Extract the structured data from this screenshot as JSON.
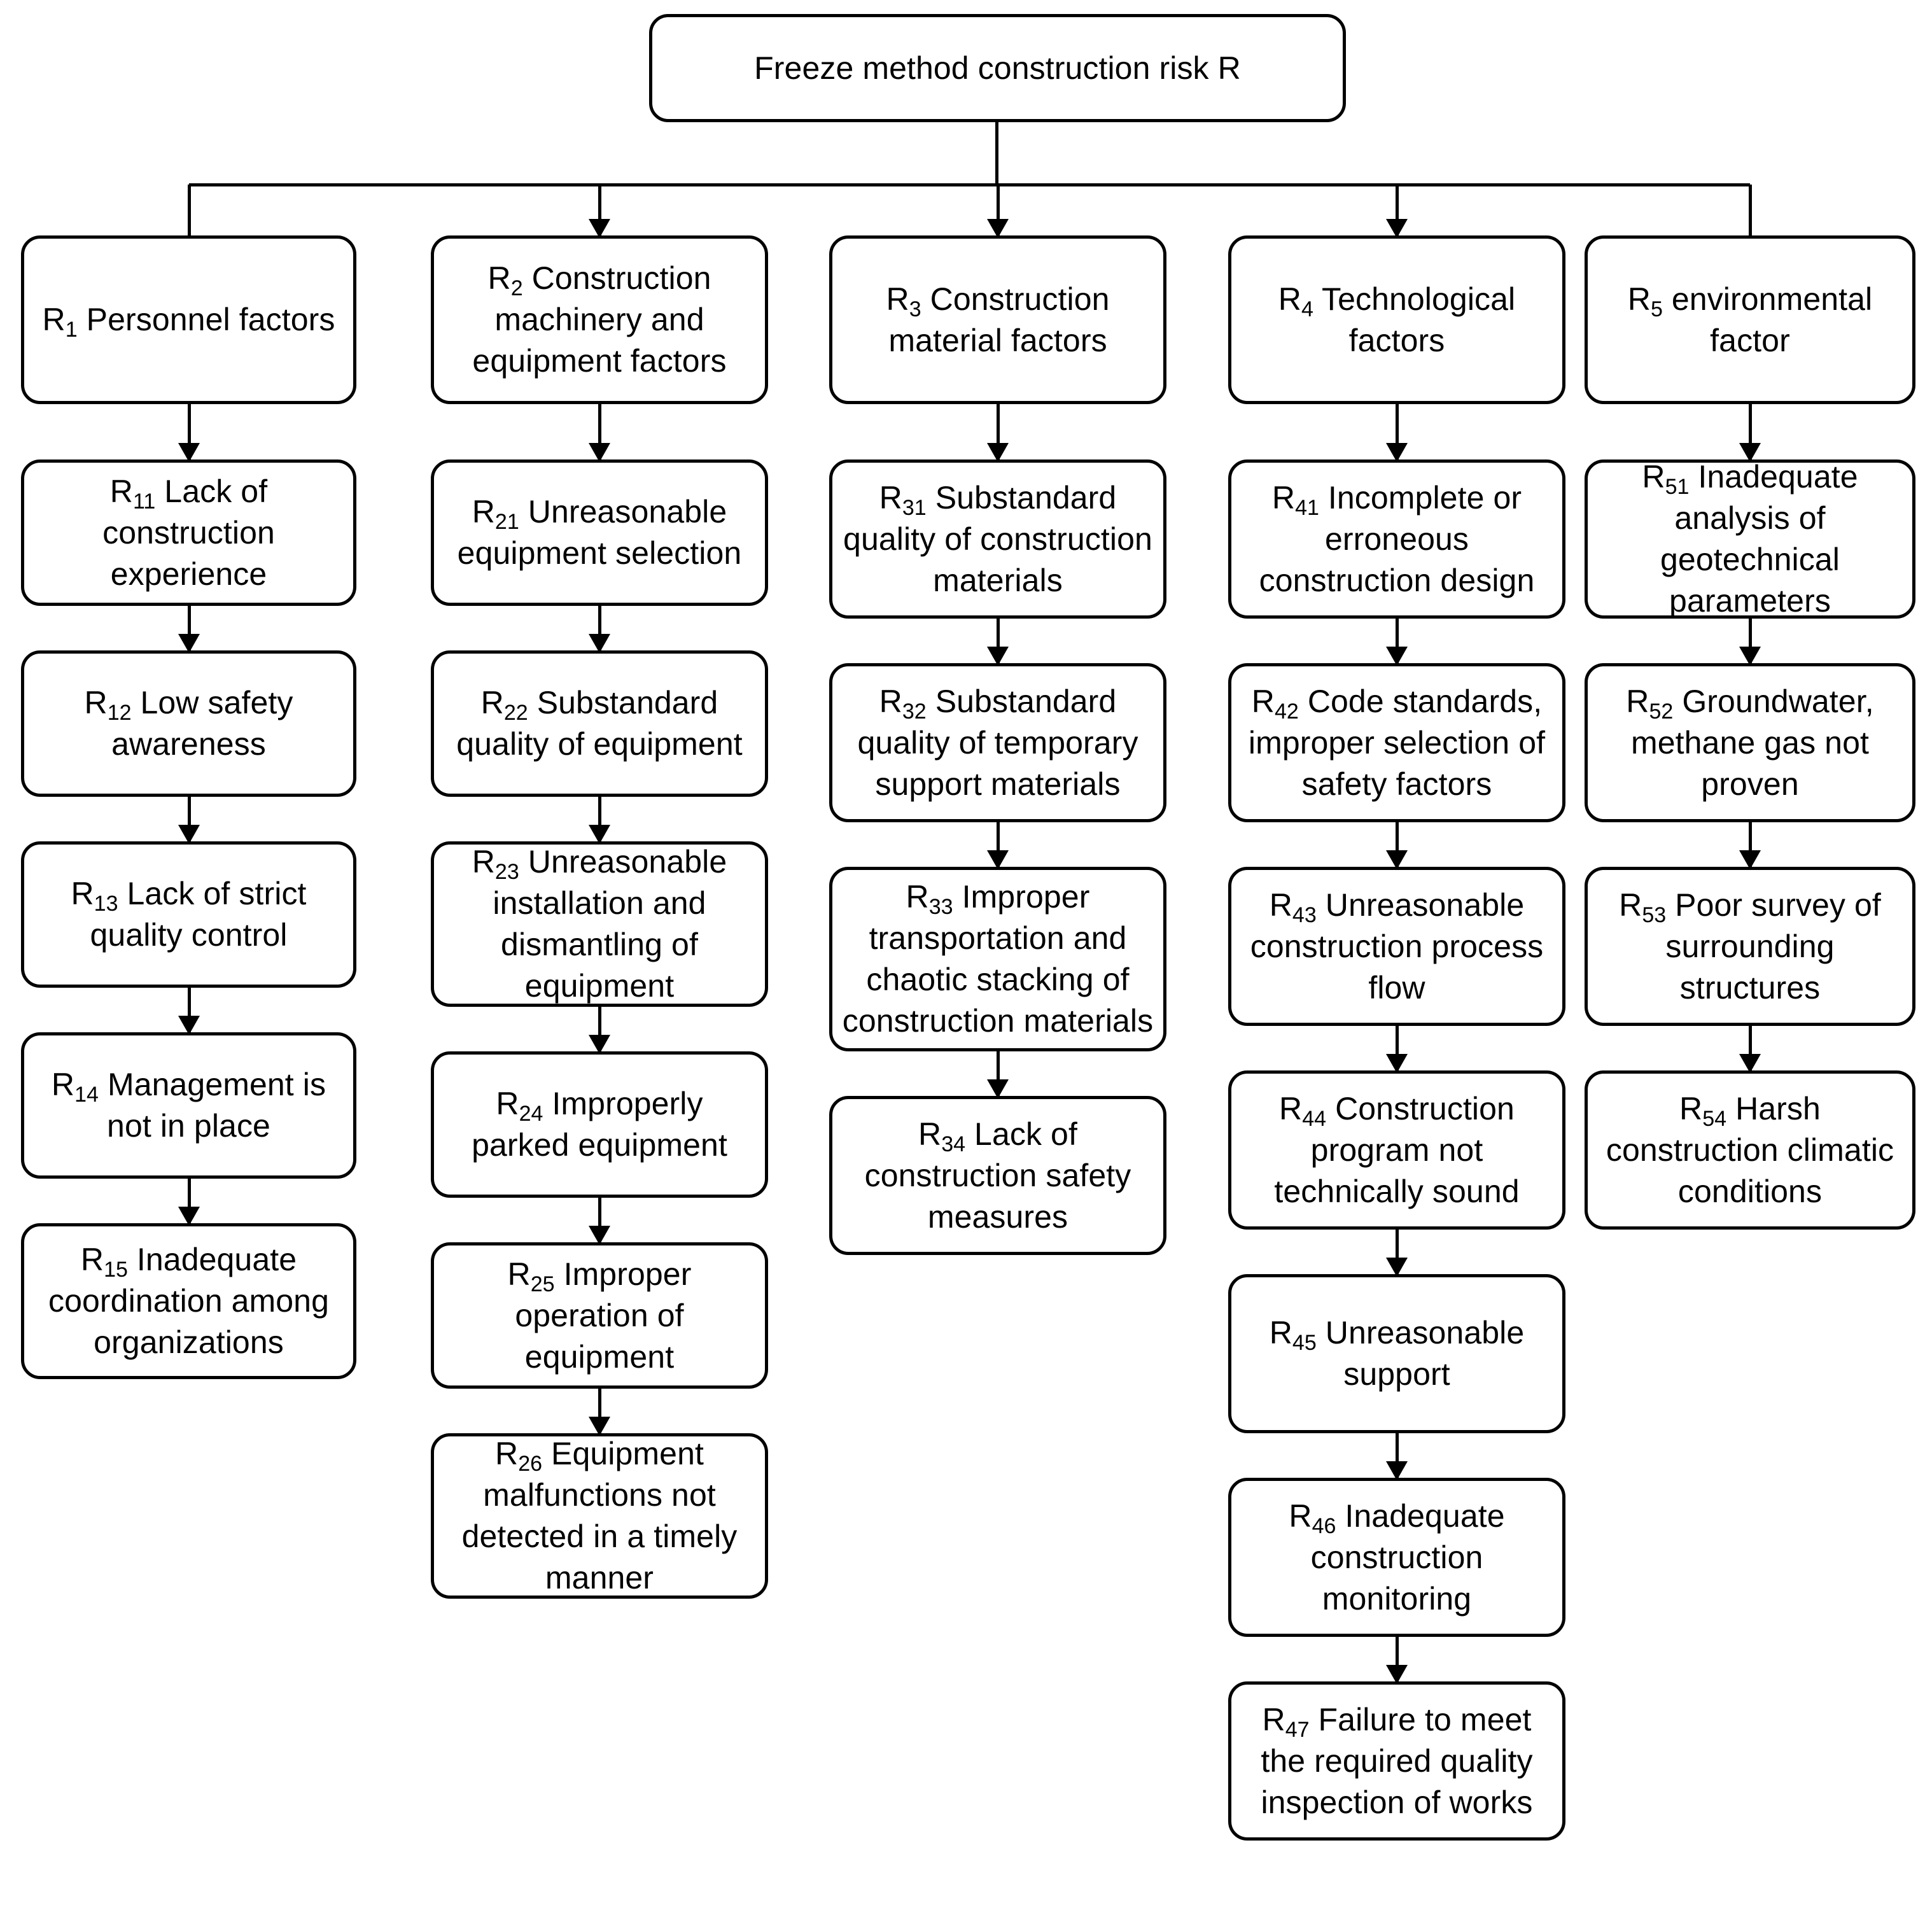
{
  "diagram": {
    "title": "Freeze method construction risk R",
    "root": {
      "id": "R",
      "label": "Freeze method construction risk R"
    },
    "columns": [
      {
        "category": {
          "code": "R",
          "sub": "1",
          "text": "Personnel factors"
        },
        "items": [
          {
            "code": "R",
            "sub": "11",
            "text": "Lack of construction experience"
          },
          {
            "code": "R",
            "sub": "12",
            "text": "Low safety awareness"
          },
          {
            "code": "R",
            "sub": "13",
            "text": "Lack of strict quality control"
          },
          {
            "code": "R",
            "sub": "14",
            "text": "Management is not in place"
          },
          {
            "code": "R",
            "sub": "15",
            "text": "Inadequate coordination among organizations"
          }
        ]
      },
      {
        "category": {
          "code": "R",
          "sub": "2",
          "text": "Construction machinery and equipment factors"
        },
        "items": [
          {
            "code": "R",
            "sub": "21",
            "text": "Unreasonable equipment selection"
          },
          {
            "code": "R",
            "sub": "22",
            "text": "Substandard quality of equipment"
          },
          {
            "code": "R",
            "sub": "23",
            "text": "Unreasonable installation and dismantling of equipment"
          },
          {
            "code": "R",
            "sub": "24",
            "text": "Improperly parked equipment"
          },
          {
            "code": "R",
            "sub": "25",
            "text": "Improper operation of equipment"
          },
          {
            "code": "R",
            "sub": "26",
            "text": "Equipment malfunctions not detected in a timely manner"
          }
        ]
      },
      {
        "category": {
          "code": "R",
          "sub": "3",
          "text": "Construction material factors"
        },
        "items": [
          {
            "code": "R",
            "sub": "31",
            "text": "Substandard quality of construction materials"
          },
          {
            "code": "R",
            "sub": "32",
            "text": "Substandard quality of temporary support materials"
          },
          {
            "code": "R",
            "sub": "33",
            "text": "Improper transportation and chaotic stacking of construction materials"
          },
          {
            "code": "R",
            "sub": "34",
            "text": "Lack of construction safety measures"
          }
        ]
      },
      {
        "category": {
          "code": "R",
          "sub": "4",
          "text": "Technological factors"
        },
        "items": [
          {
            "code": "R",
            "sub": "41",
            "text": "Incomplete or erroneous construction design"
          },
          {
            "code": "R",
            "sub": "42",
            "text": "Code standards, improper selection of safety factors"
          },
          {
            "code": "R",
            "sub": "43",
            "text": "Unreasonable construction process flow"
          },
          {
            "code": "R",
            "sub": "44",
            "text": "Construction program not technically sound"
          },
          {
            "code": "R",
            "sub": "45",
            "text": "Unreasonable support"
          },
          {
            "code": "R",
            "sub": "46",
            "text": "Inadequate construction monitoring"
          },
          {
            "code": "R",
            "sub": "47",
            "text": "Failure to meet the required quality inspection of works"
          }
        ]
      },
      {
        "category": {
          "code": "R",
          "sub": "5",
          "text": "environmental factor"
        },
        "items": [
          {
            "code": "R",
            "sub": "51",
            "text": "Inadequate analysis of geotechnical parameters"
          },
          {
            "code": "R",
            "sub": "52",
            "text": "Groundwater, methane gas not proven"
          },
          {
            "code": "R",
            "sub": "53",
            "text": "Poor survey of surrounding structures"
          },
          {
            "code": "R",
            "sub": "54",
            "text": "Harsh construction climatic conditions"
          }
        ]
      }
    ],
    "colors": {
      "stroke": "#000000",
      "fill": "#ffffff",
      "text": "#000000"
    }
  }
}
